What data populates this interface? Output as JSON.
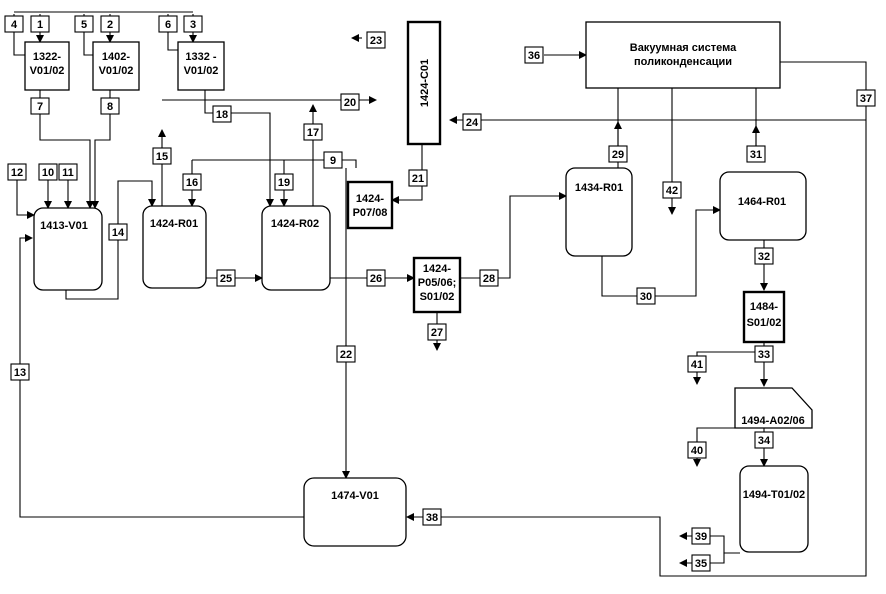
{
  "equipment": {
    "v1322": [
      "1322-",
      "V01/02"
    ],
    "v1402": [
      "1402-",
      "V01/02"
    ],
    "v1332": [
      "1332 -",
      "V01/02"
    ],
    "v1413": "1413-V01",
    "r1424_1": "1424-R01",
    "r1424_2": "1424-R02",
    "c1424": "1424-C01",
    "p1424_0708": [
      "1424-",
      "P07/08"
    ],
    "p1424_0506": [
      "1424-",
      "P05/06;",
      "S01/02"
    ],
    "r1434": "1434-R01",
    "r1464": "1464-R01",
    "s1484": [
      "1484-",
      "S01/02"
    ],
    "a1494": "1494-A02/06",
    "t1494": "1494-T01/02",
    "v1474": "1474-V01",
    "vacuum": [
      "Вакуумная система",
      "поликонденсации"
    ]
  },
  "streams": [
    "1",
    "2",
    "3",
    "4",
    "5",
    "6",
    "7",
    "8",
    "9",
    "10",
    "11",
    "12",
    "13",
    "14",
    "15",
    "16",
    "17",
    "18",
    "19",
    "20",
    "21",
    "22",
    "23",
    "24",
    "25",
    "26",
    "27",
    "28",
    "29",
    "30",
    "31",
    "32",
    "33",
    "34",
    "35",
    "36",
    "37",
    "38",
    "39",
    "40",
    "41",
    "42"
  ]
}
